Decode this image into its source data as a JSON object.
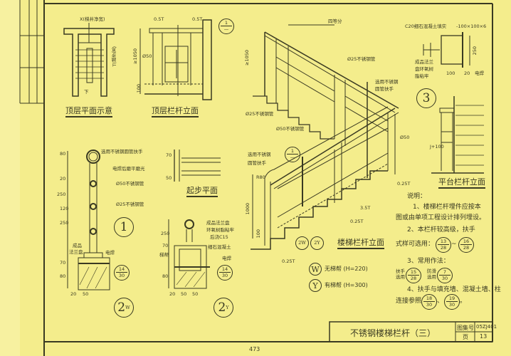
{
  "title_block": {
    "title": "不锈钢楼梯栏杆（三）",
    "atlas_label": "图集号",
    "atlas_no": "05ZJ401",
    "page_label": "页",
    "page_no": "13"
  },
  "page_number": "473",
  "top_plan": {
    "caption": "顶层平面示意",
    "width_label": "X(梯井净宽)",
    "down": "下",
    "side_label": "T(踏步宽)"
  },
  "top_elevation": {
    "caption": "顶层栏杆立面",
    "dim_a": "0.5T",
    "dim_b": "0.5T",
    "height": "≥1050",
    "dia": "Ø50",
    "base": "100",
    "ref_top": "1",
    "ref_bottom": "—"
  },
  "detail_1": {
    "handrail": "选用不锈钢圆管扶手",
    "weld": "电焊后磨平磨光",
    "pipe50": "Ø50不锈钢管",
    "pipe25": "Ø25不锈钢管",
    "mark": "1",
    "flange": [
      "成品",
      "法兰盘"
    ],
    "weld2": "电焊",
    "ref": [
      "14",
      "30"
    ],
    "dims": [
      "20",
      "50"
    ],
    "side_dims": [
      "80",
      "20",
      "250",
      "120",
      "250",
      "70",
      "80"
    ],
    "mark2": "2",
    "mark2_sub": "W"
  },
  "start_plan": {
    "caption": "起步平面",
    "dim_a": "70",
    "dim_b": "50"
  },
  "detail_2y": {
    "labels": [
      "成品法兰盘",
      "环氧树脂粘牢",
      "后浇C15",
      "细石混凝土",
      "电焊"
    ],
    "ref": [
      "14",
      "30"
    ],
    "dims": [
      "20",
      "50",
      "50"
    ],
    "side_dims": [
      "250",
      "70",
      "梯帮",
      "80"
    ],
    "mark": "2",
    "mark_sub": "Y"
  },
  "stair_3d": {
    "divide": "四等分",
    "height": "≥1050",
    "pipe25_a": "Ø25不锈钢管",
    "pipe25_b": "Ø25不锈钢管",
    "pipe50": "Ø50不锈钢管",
    "handrail": [
      "选用不锈钢",
      "圆管扶手"
    ],
    "dia": "Ø50",
    "ref_top": "1",
    "ref_bottom": "—"
  },
  "detail_3": {
    "fill": "C20细石混凝土填实",
    "plate": "-100×100×6",
    "flange": [
      "成品法兰",
      "盘环氧树",
      "脂粘牢"
    ],
    "dim_a": "100",
    "dim_b": "20",
    "weld": "电焊",
    "height": "250",
    "mark": "3"
  },
  "platform_elevation": {
    "caption": "平台栏杆立面",
    "dim": "J+100"
  },
  "stair_elevation": {
    "caption": "楼梯栏杆立面",
    "handrail": [
      "选用不锈钢",
      "圆管扶手"
    ],
    "radius": "R80",
    "height": "1000",
    "base": "100",
    "dim_a": "3.5T",
    "dim_b": "0.25T",
    "dim_c": "0.25T",
    "dim_d": "0.25T",
    "ref_top": "1",
    "ref_bottom": "—",
    "refs": [
      "2W",
      "2Y"
    ]
  },
  "legend": [
    {
      "mark": "W",
      "text": "无梯帮 (H=220)"
    },
    {
      "mark": "Y",
      "text": "有梯帮 (H=300)"
    }
  ],
  "notes": {
    "heading": "说明：",
    "n1a": "1、楼梯栏杆埋件应按本",
    "n1b": "图或由单项工程设计排列埋设。",
    "n2a": "2、本栏杆较高级，扶手",
    "n2b": "式样可选用：",
    "n2_ref1": [
      "13",
      "28"
    ],
    "n2_sep": "~",
    "n2_ref2": [
      "16",
      "28"
    ],
    "n3": "3、常用作法：",
    "n3_l1": [
      "扶手",
      "选用"
    ],
    "n3_ref1": [
      "15",
      "28"
    ],
    "n3_l2": [
      "防滑",
      "选用"
    ],
    "n3_ref2": [
      "7",
      "30"
    ],
    "n4a": "4、扶手与填充墙、混凝土墙、柱",
    "n4b": "连接参照",
    "n4_ref1": [
      "18",
      "30"
    ],
    "n4_sep": "、",
    "n4_ref2": [
      "19",
      "30"
    ],
    "n4_end": "。"
  },
  "colors": {
    "paper": "#f4ed8c",
    "ink": "#3a3a22"
  }
}
